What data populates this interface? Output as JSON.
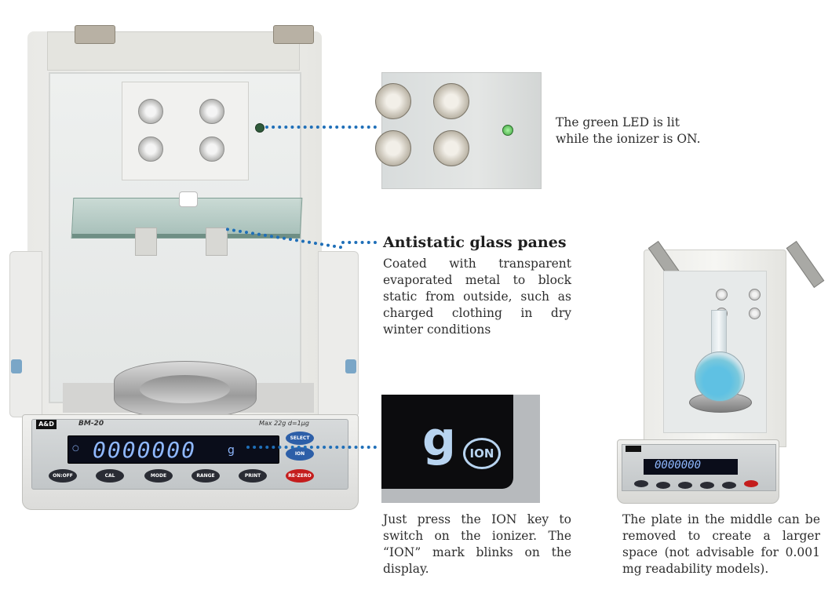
{
  "led_callout": {
    "lines": [
      "The green LED is lit",
      "while the ionizer is ON."
    ]
  },
  "glass_callout": {
    "heading": "Antistatic glass panes",
    "body": "Coated with transparent evaporated metal to block static from outside, such as charged clothing in dry winter conditions"
  },
  "ion_callout": {
    "body": "Just press the ION key to switch on the ionizer. The “ION” mark blinks on the display."
  },
  "plate_callout": {
    "body": "The plate in the middle can be removed to create a larger space (not advisable for 0.001 mg readability models)."
  },
  "balance_panel": {
    "brand": "A&D",
    "model": "BM-20",
    "spec": "Max 22g  d=1µg",
    "display_value": "0000000",
    "display_unit": "g",
    "keys": {
      "on_off": "ON:OFF",
      "cal": "CAL",
      "mode": "MODE",
      "range": "RANGE",
      "print": "PRINT",
      "re_zero": "RE-ZERO",
      "select": "SELECT",
      "ion": "ION"
    }
  },
  "ion_inset": {
    "unit": "g",
    "badge": "ION"
  },
  "colors": {
    "callout_dots": "#1f6fb8",
    "display_text": "#8fb8ff",
    "led_green": "#3fa33f",
    "re_zero_key": "#c41d1d",
    "select_key": "#2d5fa8"
  },
  "icons": {
    "led": "green-led-icon",
    "ion_mark": "ion-mark-icon"
  }
}
